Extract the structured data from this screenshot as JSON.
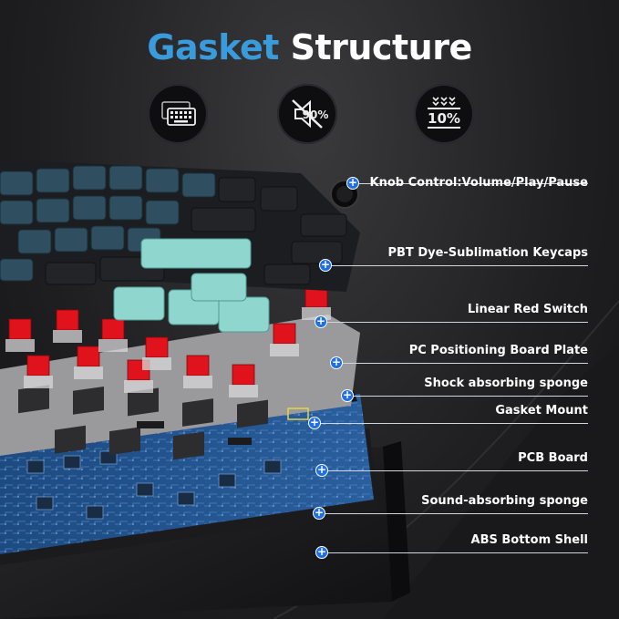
{
  "title": {
    "accent": "Gasket",
    "rest": "Structure"
  },
  "badges": [
    {
      "icon": "keyboard-icon"
    },
    {
      "icon": "noise-reduction-icon",
      "text": "90%"
    },
    {
      "icon": "compression-icon",
      "text": "10%"
    }
  ],
  "callouts": [
    {
      "label": "Knob Control:Volume/Play/Pause"
    },
    {
      "label": "PBT Dye-Sublimation Keycaps"
    },
    {
      "label": "Linear Red Switch"
    },
    {
      "label": "PC Positioning Board Plate"
    },
    {
      "label": "Shock absorbing sponge"
    },
    {
      "label": "Gasket Mount"
    },
    {
      "label": "PCB Board"
    },
    {
      "label": "Sound-absorbing sponge"
    },
    {
      "label": "ABS Bottom Shell"
    }
  ],
  "colors": {
    "accent": "#3a9bdc",
    "marker": "#1f6fe8",
    "keycap_teal": "#2f4f60",
    "keycap_mint": "#8fd6cf",
    "switch_red": "#e0121c",
    "pcb_blue": "#1e4f86"
  }
}
